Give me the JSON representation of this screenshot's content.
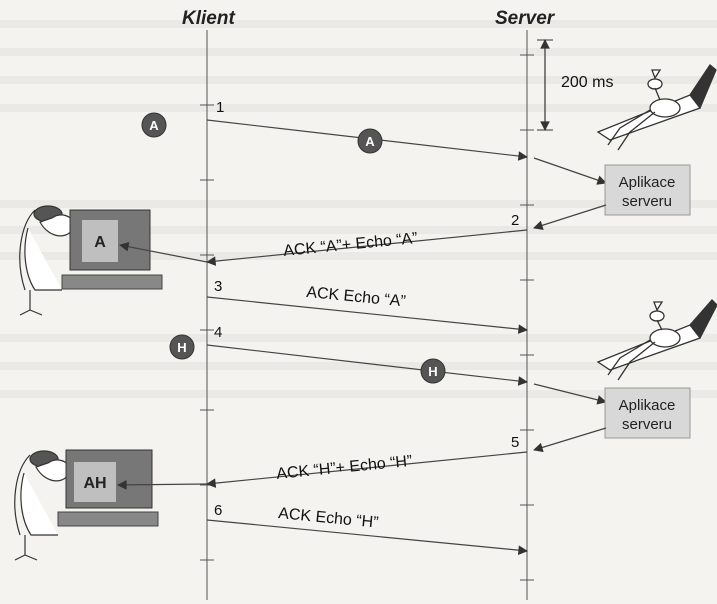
{
  "headers": {
    "client": "Klient",
    "server": "Server"
  },
  "timing": {
    "label": "200 ms"
  },
  "messages": [
    {
      "num": "1",
      "label": ""
    },
    {
      "num": "2",
      "label": "ACK “A”+ Echo “A”"
    },
    {
      "num": "3",
      "label": "ACK Echo “A”"
    },
    {
      "num": "4",
      "label": ""
    },
    {
      "num": "5",
      "label": "ACK “H”+ Echo “H”"
    },
    {
      "num": "6",
      "label": "ACK Echo “H”"
    }
  ],
  "badges": [
    "A",
    "A",
    "H",
    "H"
  ],
  "app_boxes": [
    {
      "line1": "Aplikace",
      "line2": "serveru"
    },
    {
      "line1": "Aplikace",
      "line2": "serveru"
    }
  ],
  "client_screens": [
    "A",
    "AH"
  ]
}
